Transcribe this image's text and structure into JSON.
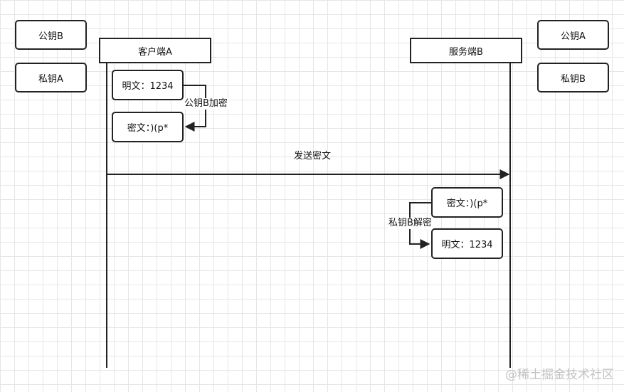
{
  "keys": {
    "client_public": "公钥B",
    "client_private": "私钥A",
    "server_public": "公钥A",
    "server_private": "私钥B"
  },
  "participants": {
    "client": "客户端A",
    "server": "服务端B"
  },
  "client_steps": {
    "plaintext": "明文：1234",
    "encrypt_label": "公钥B加密",
    "ciphertext": "密文：)(p*"
  },
  "message": {
    "label": "发送密文"
  },
  "server_steps": {
    "ciphertext": "密文：)(p*",
    "decrypt_label": "私钥B解密",
    "plaintext": "明文：1234"
  },
  "watermark": "@稀土掘金技术社区",
  "colors": {
    "stroke": "#222222",
    "grid": "#e6e6e6",
    "watermark": "#c2c2c2"
  }
}
